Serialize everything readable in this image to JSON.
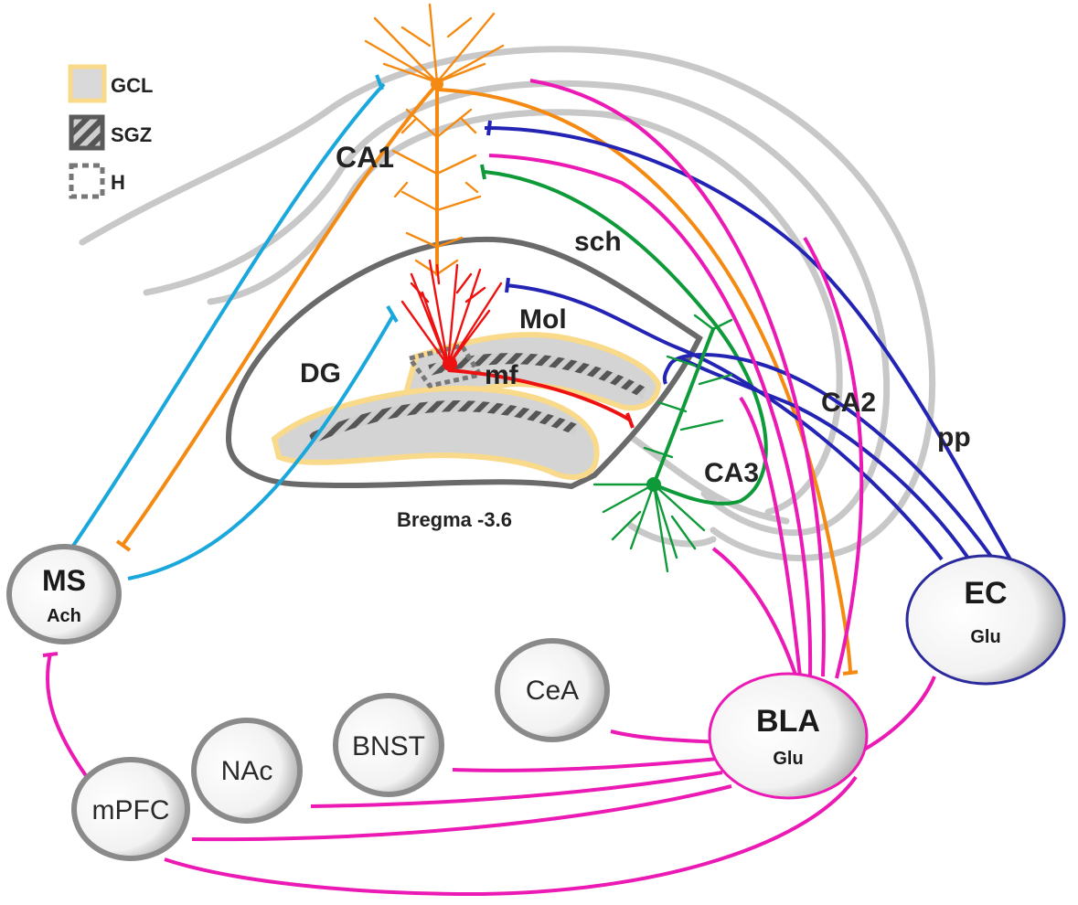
{
  "legend": {
    "gcl": "GCL",
    "sgz": "SGZ",
    "h": "H"
  },
  "hippocampus": {
    "ca1": "CA1",
    "ca2": "CA2",
    "ca3": "CA3",
    "dg": "DG",
    "mol": "Mol",
    "mf": "mf",
    "sch": "sch",
    "pp": "pp",
    "bregma": "Bregma -3.6"
  },
  "regions": {
    "ms": {
      "name": "MS",
      "transmitter": "Ach"
    },
    "ec": {
      "name": "EC",
      "transmitter": "Glu"
    },
    "bla": {
      "name": "BLA",
      "transmitter": "Glu"
    },
    "cea": {
      "name": "CeA"
    },
    "bnst": {
      "name": "BNST"
    },
    "nac": {
      "name": "NAc"
    },
    "mpfc": {
      "name": "mPFC"
    }
  },
  "colors": {
    "ach": "#1aa7dc",
    "ca1": "#f58a12",
    "bla": "#ec1ab4",
    "ec": "#2424b4",
    "ca3": "#0f9a3a",
    "dg": "#ee1111",
    "gcl_border": "#f9d98a",
    "gcl_fill": "#d4d4d4",
    "hippo_outline": "#c8c8c8",
    "dg_outline": "#6a6a6a"
  }
}
